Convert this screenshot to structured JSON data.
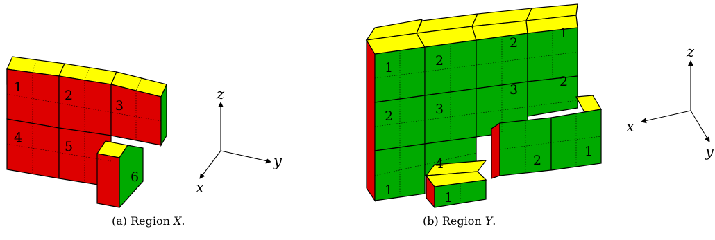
{
  "colors": {
    "red": "#dd0000",
    "green": "#00aa00",
    "yellow": "#ffff00",
    "outline": "#000000"
  },
  "region_x": {
    "caption": {
      "prefix": "(a) Region ",
      "var": "X",
      "suffix": "."
    },
    "cells": [
      "1",
      "2",
      "3",
      "4",
      "5",
      "6"
    ],
    "axes": {
      "z": "z",
      "y": "y",
      "x": "x"
    }
  },
  "region_y": {
    "caption": {
      "prefix": "(b) Region ",
      "var": "Y",
      "suffix": "."
    },
    "cells": [
      "1",
      "2",
      "2",
      "1",
      "2",
      "3",
      "3",
      "2",
      "1",
      "4",
      "1",
      "2",
      "1"
    ],
    "axes": {
      "z": "z",
      "x": "x",
      "y": "y"
    }
  }
}
